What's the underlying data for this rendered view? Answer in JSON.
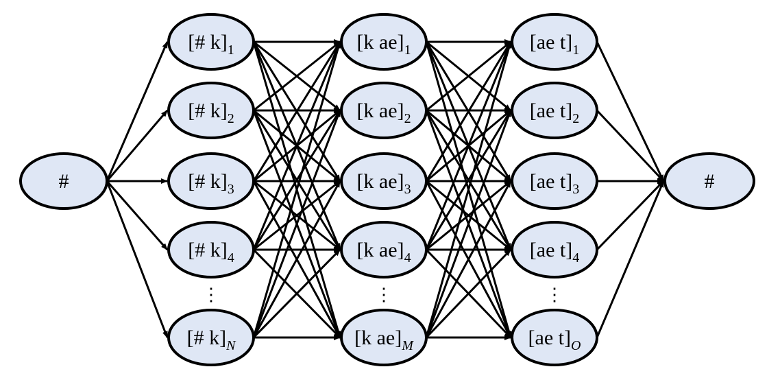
{
  "start": {
    "label": "#"
  },
  "end": {
    "label": "#"
  },
  "columns": [
    {
      "base": "[# k]",
      "nodes": [
        "1",
        "2",
        "3",
        "4",
        "N"
      ],
      "italic_last": true,
      "ellipsis": "⋮"
    },
    {
      "base": "[k ae]",
      "nodes": [
        "1",
        "2",
        "3",
        "4",
        "M"
      ],
      "italic_last": true,
      "ellipsis": "⋮"
    },
    {
      "base": "[ae t]",
      "nodes": [
        "1",
        "2",
        "3",
        "4",
        "O"
      ],
      "italic_last": true,
      "ellipsis": "⋮"
    }
  ],
  "colors": {
    "node_fill": "#dfe7f5",
    "stroke": "#000000"
  }
}
